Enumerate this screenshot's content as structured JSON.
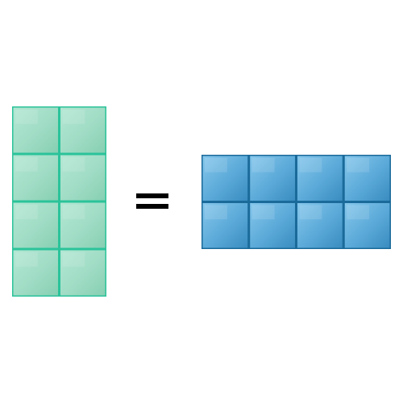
{
  "left_array": {
    "rows": 4,
    "columns": 2,
    "fill_light": "#a8e3cd",
    "fill_dark": "#7fcfb0",
    "border": "#2bc39a"
  },
  "operator": {
    "symbol": "equals",
    "color": "#000000"
  },
  "right_array": {
    "rows": 2,
    "columns": 4,
    "fill_light": "#7cc0e8",
    "fill_dark": "#3d8fc3",
    "border": "#1a6a9a"
  }
}
